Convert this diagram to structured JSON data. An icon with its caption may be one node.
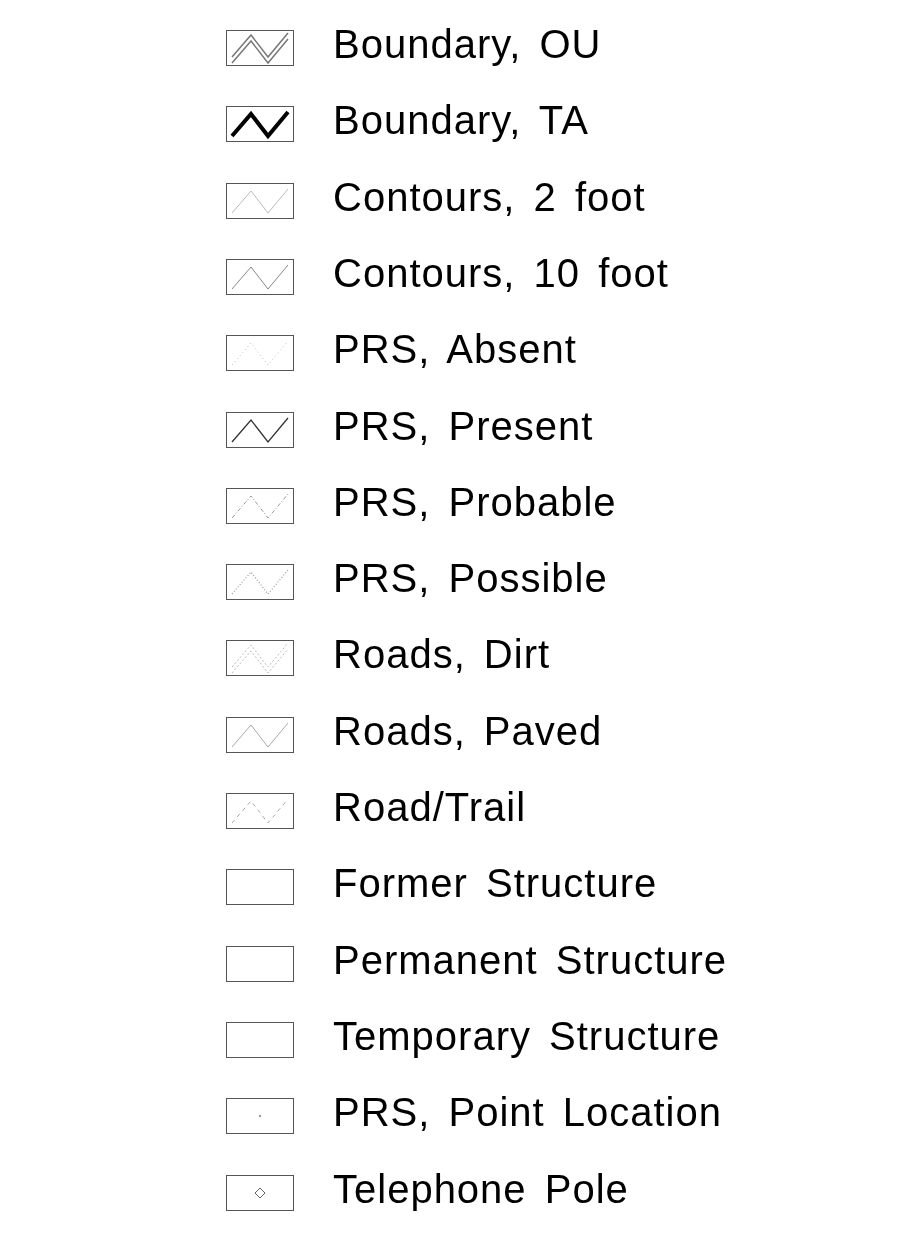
{
  "diagram": {
    "legend": [
      {
        "text": "Boundary, OU"
      },
      {
        "text": "Boundary, TA"
      },
      {
        "text": "Contours, 2 foot"
      },
      {
        "text": "Contours, 10 foot"
      },
      {
        "text": "PRS, Absent"
      },
      {
        "text": "PRS, Present"
      },
      {
        "text": "PRS, Probable"
      },
      {
        "text": "PRS, Possible"
      },
      {
        "text": "Roads, Dirt"
      },
      {
        "text": "Roads, Paved"
      },
      {
        "text": "Road/Trail"
      },
      {
        "text": "Former Structure"
      },
      {
        "text": "Permanent Structure"
      },
      {
        "text": "Temporary Structure"
      },
      {
        "text": "PRS, Point Location"
      },
      {
        "text": "Telephone Pole"
      }
    ]
  }
}
